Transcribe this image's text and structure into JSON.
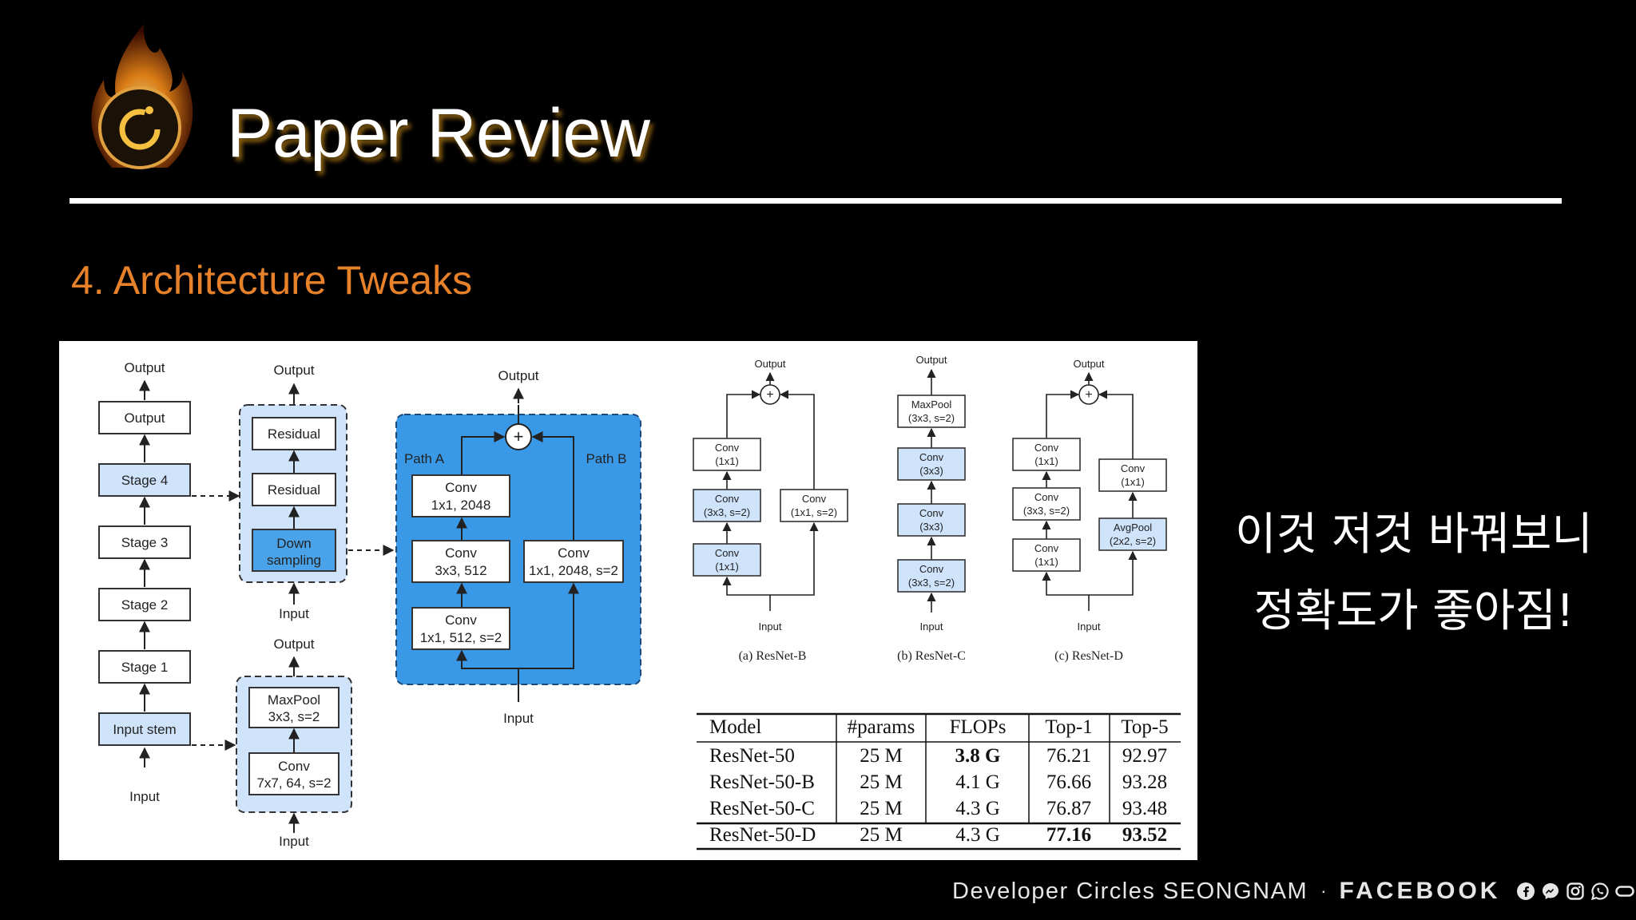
{
  "slide": {
    "title": "Paper Review",
    "section": "4. Architecture Tweaks",
    "note_line1": "이것 저것 바꿔보니",
    "note_line2": "정확도가 좋아짐!"
  },
  "figure": {
    "arch": {
      "outputs": [
        "Output",
        "Output",
        "Output",
        "Output"
      ],
      "inputs": [
        "Input",
        "Input",
        "Input",
        "Input"
      ],
      "stage_output": "Output",
      "stages": [
        "Stage 4",
        "Stage 3",
        "Stage 2",
        "Stage 1"
      ],
      "input_stem": "Input stem",
      "residual_1": "Residual",
      "residual_2": "Residual",
      "down_1": "Down",
      "down_2": "sampling",
      "maxpool_1": "MaxPool",
      "maxpool_2": "3x3, s=2",
      "conv7_1": "Conv",
      "conv7_2": "7x7, 64, s=2",
      "path_a": "Path A",
      "path_b": "Path B",
      "conv_a1_1": "Conv",
      "conv_a1_2": "1x1, 2048",
      "conv_a2_1": "Conv",
      "conv_a2_2": "3x3, 512",
      "conv_a3_1": "Conv",
      "conv_a3_2": "1x1, 512, s=2",
      "conv_b_1": "Conv",
      "conv_b_2": "1x1, 2048, s=2"
    },
    "variants": {
      "output": "Output",
      "input": "Input",
      "b_caption": "(a) ResNet-B",
      "c_caption": "(b) ResNet-C",
      "d_caption": "(c) ResNet-D",
      "b_conv_top": [
        "Conv",
        "(1x1)"
      ],
      "b_conv_mid": [
        "Conv",
        "(3x3, s=2)"
      ],
      "b_conv_bot": [
        "Conv",
        "(1x1)"
      ],
      "b_conv_side": [
        "Conv",
        "(1x1, s=2)"
      ],
      "c_maxpool": [
        "MaxPool",
        "(3x3, s=2)"
      ],
      "c_conv_1": [
        "Conv",
        "(3x3)"
      ],
      "c_conv_2": [
        "Conv",
        "(3x3)"
      ],
      "c_conv_3": [
        "Conv",
        "(3x3, s=2)"
      ],
      "d_conv_top": [
        "Conv",
        "(1x1)"
      ],
      "d_conv_mid": [
        "Conv",
        "(3x3, s=2)"
      ],
      "d_conv_bot": [
        "Conv",
        "(1x1)"
      ],
      "d_conv_side": [
        "Conv",
        "(1x1)"
      ],
      "d_avgpool": [
        "AvgPool",
        "(2x2, s=2)"
      ]
    },
    "table": {
      "headers": [
        "Model",
        "#params",
        "FLOPs",
        "Top-1",
        "Top-5"
      ],
      "rows": [
        [
          "ResNet-50",
          "25 M",
          "3.8 G",
          "76.21",
          "92.97"
        ],
        [
          "ResNet-50-B",
          "25 M",
          "4.1 G",
          "76.66",
          "93.28"
        ],
        [
          "ResNet-50-C",
          "25 M",
          "4.3 G",
          "76.87",
          "93.48"
        ],
        [
          "ResNet-50-D",
          "25 M",
          "4.3 G",
          "77.16",
          "93.52"
        ]
      ]
    }
  },
  "footer": {
    "org": "Developer Circles SEONGNAM",
    "separator": "·",
    "brand": "FACEBOOK",
    "icons": [
      "facebook-icon",
      "messenger-icon",
      "instagram-icon",
      "whatsapp-icon",
      "oculus-icon"
    ]
  },
  "colors": {
    "background": "#000000",
    "accent": "#e8822a",
    "box_light": "#cfe3fb",
    "box_blue": "#4aa3e8",
    "panel_blue": "#3a99e6"
  }
}
